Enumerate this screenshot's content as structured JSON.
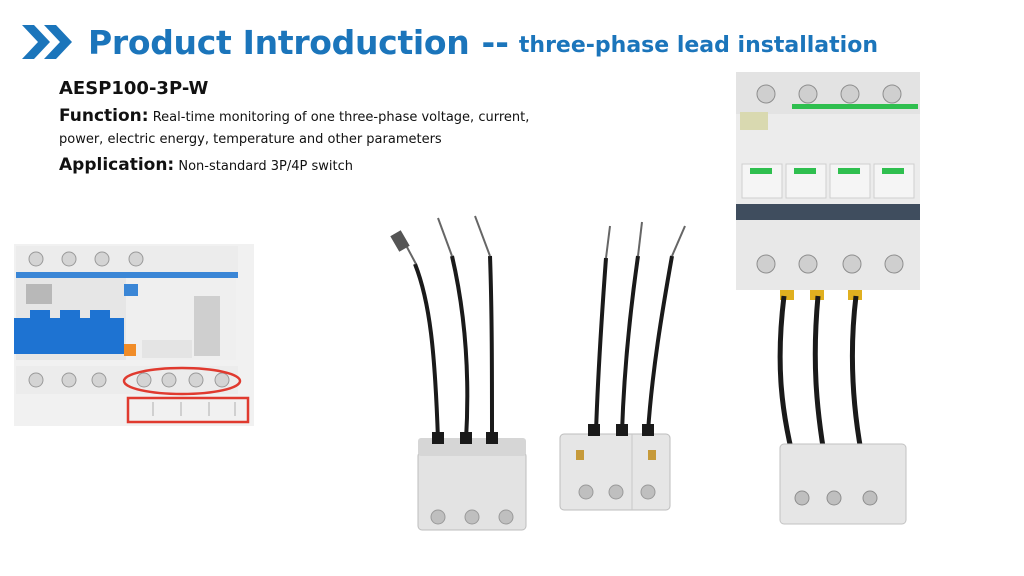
{
  "header": {
    "title": "Product Introduction",
    "separator": "--",
    "subtitle": "three-phase lead installation",
    "accent_color": "#1b75bb",
    "icon": "double-chevron-right-icon"
  },
  "product": {
    "model": "AESP100-3P-W",
    "function_label": "Function:",
    "function_text": "Real-time monitoring of one three-phase voltage, current, power, electric energy, temperature and other parameters",
    "application_label": "Application:",
    "application_text": "Non-standard 3P/4P switch"
  },
  "images": {
    "left": "distribution-panel-photo",
    "center": "sensor-modules-photo",
    "right": "breaker-with-sensor-photo",
    "highlight_color": "#e03a2f"
  }
}
